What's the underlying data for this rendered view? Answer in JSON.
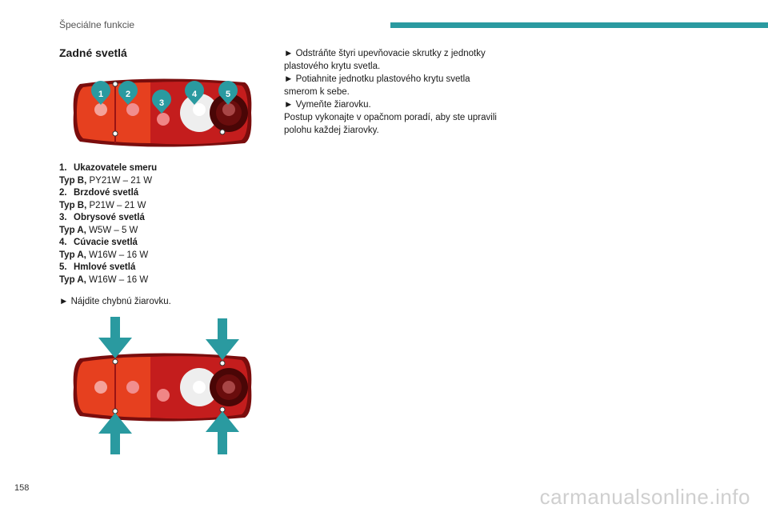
{
  "header": {
    "section": "Špeciálne funkcie",
    "accent_color": "#2a9aa0"
  },
  "title": "Zadné svetlá",
  "diagram1": {
    "callouts": [
      "1",
      "2",
      "3",
      "4",
      "5"
    ]
  },
  "bulbs": [
    {
      "num": "1.",
      "name": "Ukazovatele smeru",
      "type": "Typ B,",
      "spec": "PY21W – 21 W"
    },
    {
      "num": "2.",
      "name": "Brzdové svetlá",
      "type": "Typ B,",
      "spec": "P21W – 21 W"
    },
    {
      "num": "3.",
      "name": "Obrysové svetlá",
      "type": "Typ A,",
      "spec": "W5W – 5 W"
    },
    {
      "num": "4.",
      "name": "Cúvacie svetlá",
      "type": "Typ A,",
      "spec": "W16W – 16 W"
    },
    {
      "num": "5.",
      "name": "Hmlové svetlá",
      "type": "Typ A,",
      "spec": "W16W – 16 W"
    }
  ],
  "step_find": "► Nájdite chybnú žiarovku.",
  "steps_right": [
    "► Odstráňte štyri upevňovacie skrutky z jednotky plastového krytu svetla.",
    "► Potiahnite jednotku plastového krytu svetla smerom k sebe.",
    "► Vymeňte žiarovku.",
    "Postup vykonajte v opačnom poradí, aby ste upravili polohu každej žiarovky."
  ],
  "page_number": "158",
  "watermark": "carmanualsonline.info"
}
